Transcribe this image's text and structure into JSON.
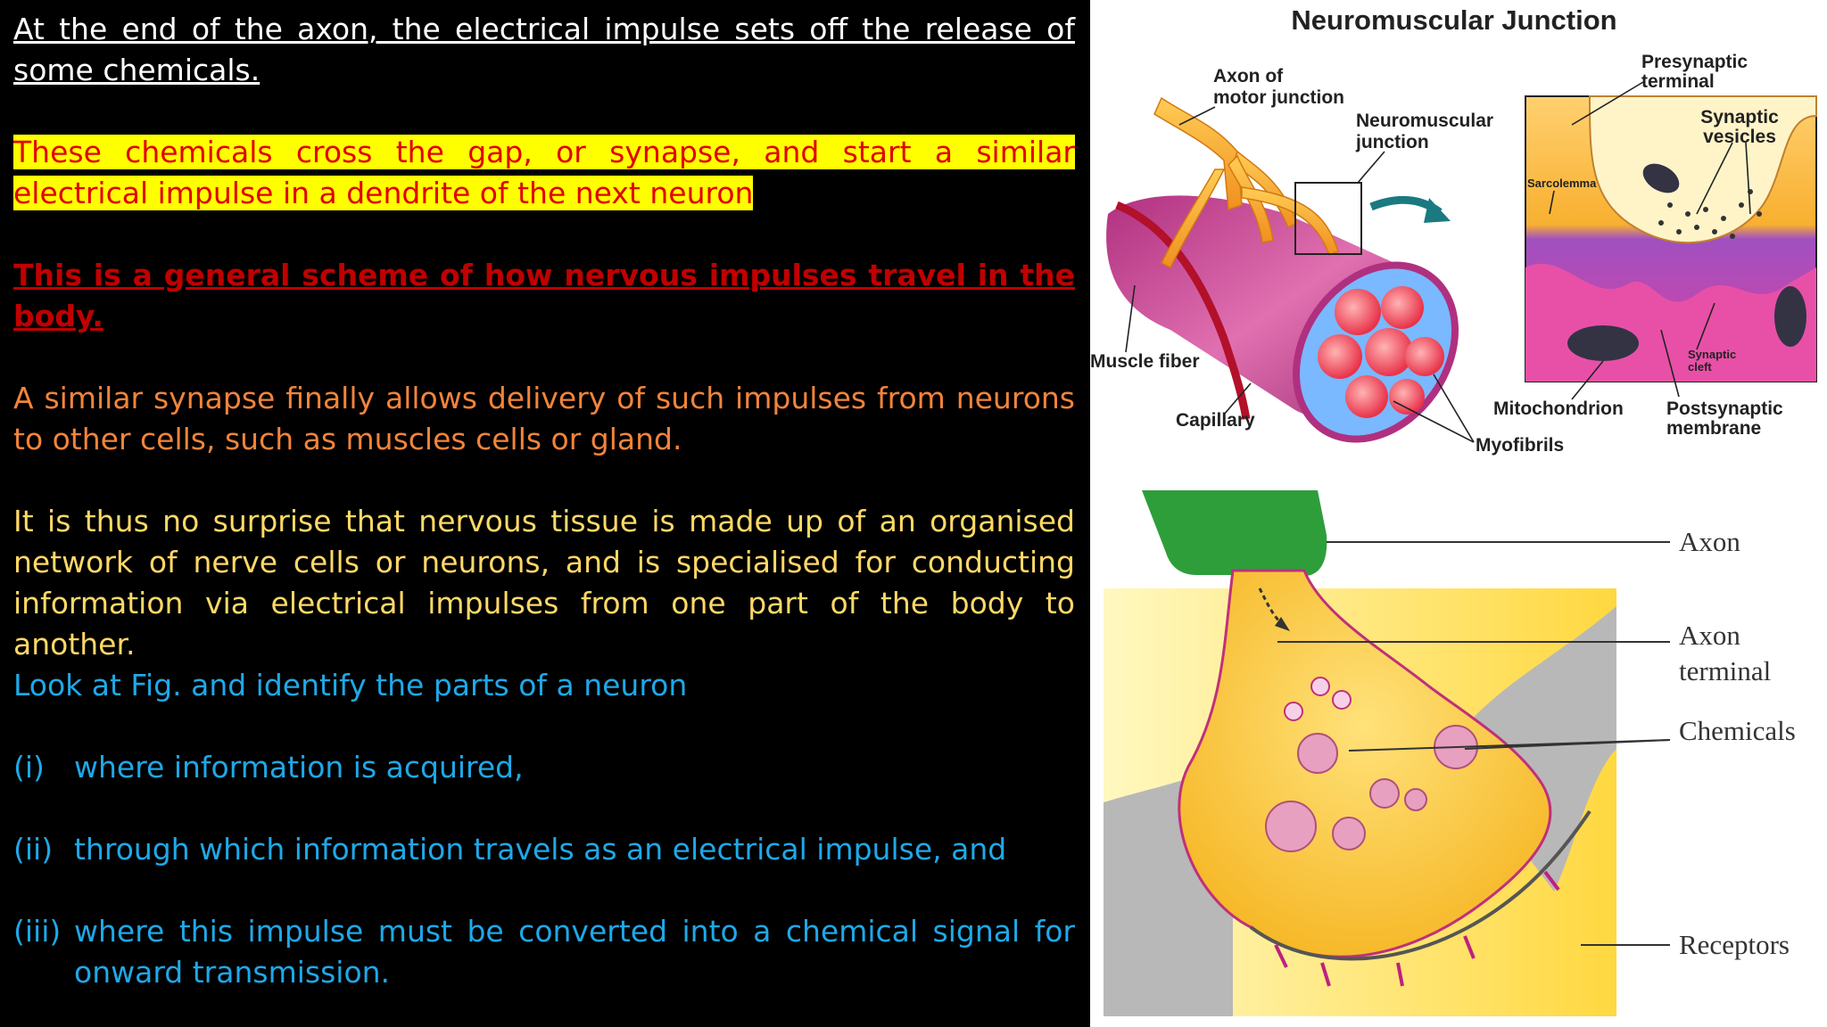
{
  "text": {
    "p1": "At the end of the axon, the electrical impulse sets off the release of some chemicals.",
    "p2": "These chemicals cross the gap, or synapse, and start a similar electrical impulse in a dendrite of the next neuron",
    "p3": "This is a general scheme of how nervous impulses travel in the body.",
    "p4": "A similar synapse finally allows delivery of such impulses from neurons to other cells, such as muscles cells or gland.",
    "p5": "It is thus no surprise that nervous tissue is made up of an organised network of nerve cells or neurons, and is specialised for conducting information via electrical impulses from one part of the body to another.",
    "p6": "Look at Fig. and identify the parts of a neuron",
    "items": [
      {
        "num": "(i)",
        "text": "where information is acquired,"
      },
      {
        "num": "(ii)",
        "text": "through which information travels as an electrical impulse, and"
      },
      {
        "num": "(iii)",
        "text": "where this impulse must be converted into a chemical signal for onward transmission."
      }
    ]
  },
  "figure_top": {
    "title": "Neuromuscular Junction",
    "labels": {
      "axon": "Axon of motor junction",
      "nmj": "Neuromuscular junction",
      "presynaptic": "Presynaptic terminal",
      "vesicles": "Synaptic vesicles",
      "sarcolemma": "Sarcolemma",
      "muscle_fiber": "Muscle fiber",
      "capillary": "Capillary",
      "mitochondrion": "Mitochondrion",
      "postsynaptic": "Postsynaptic membrane",
      "cleft": "Synaptic cleft",
      "myofibrils": "Myofibrils"
    }
  },
  "figure_bottom": {
    "labels": {
      "axon": "Axon",
      "terminal": "Axon terminal",
      "chemicals": "Chemicals",
      "receptors": "Receptors"
    }
  },
  "colors": {
    "background": "#000000",
    "highlight": "#ffff00",
    "orange_text": "#f2843b",
    "yellow_text": "#ffd966",
    "blue_text": "#1fa8e8",
    "red_text": "#c00000"
  }
}
